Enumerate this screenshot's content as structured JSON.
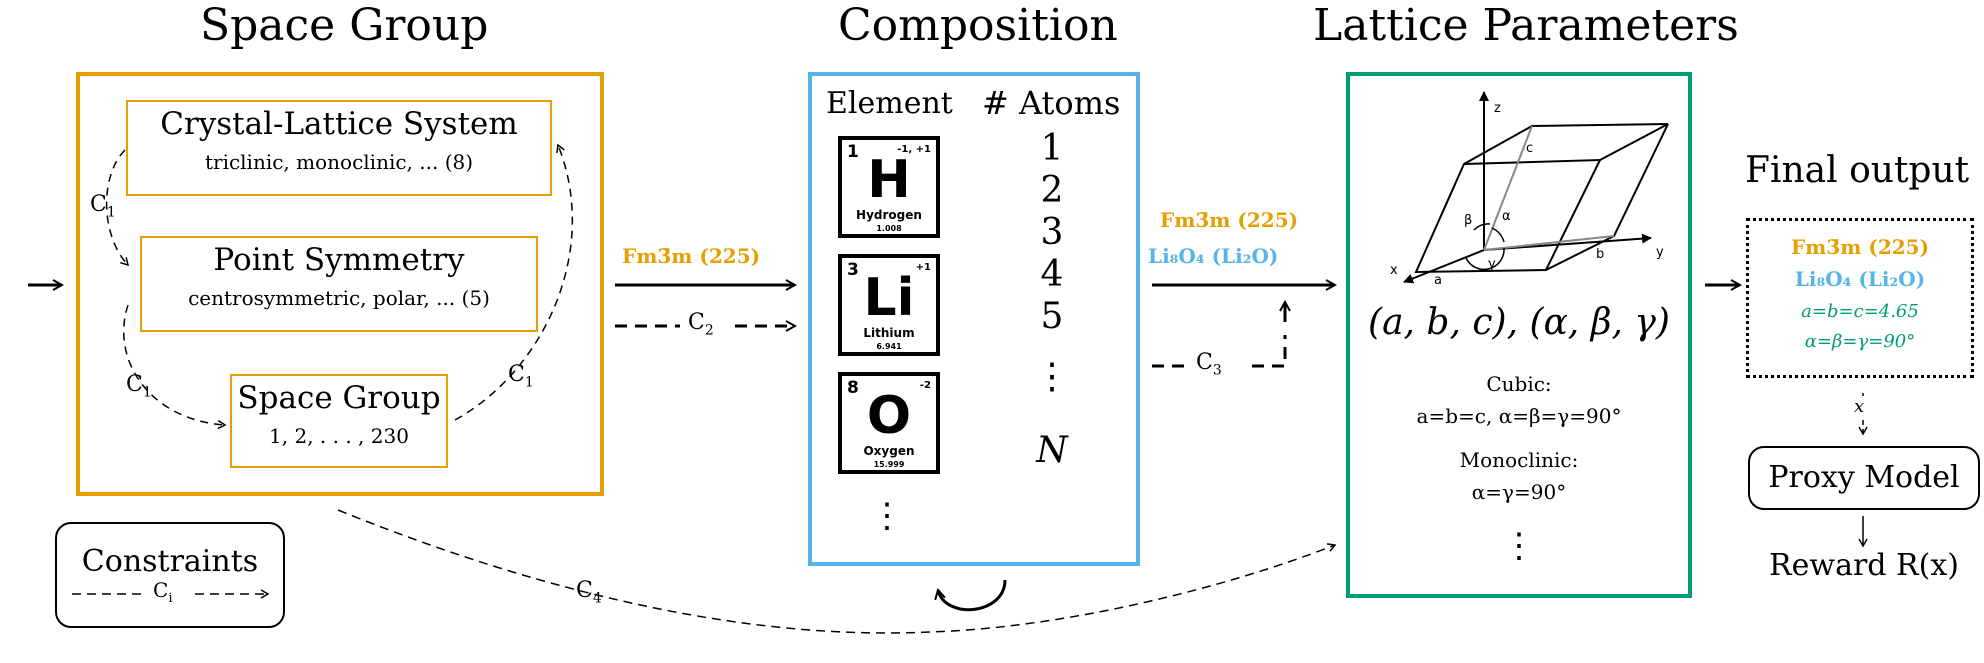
{
  "titles": {
    "space_group": "Space Group",
    "composition": "Composition",
    "lattice": "Lattice Parameters",
    "final": "Final output"
  },
  "space_group_panel": {
    "crystal": {
      "title": "Crystal-Lattice System",
      "detail": "triclinic,  monoclinic,  ...   (8)"
    },
    "point": {
      "title": "Point Symmetry",
      "detail": "centrosymmetric,  polar,  ...  (5)"
    },
    "group": {
      "title": "Space Group",
      "detail": "1, 2, . . . , 230"
    },
    "c1_left_top": "C",
    "c1_left_bottom": "C",
    "c1_right": "C",
    "c1_sub": "1"
  },
  "constraints": {
    "title": "Constraints",
    "label": "C",
    "sub": "i"
  },
  "composition_panel": {
    "header_element": "Element",
    "header_atoms": "# Atoms",
    "elements": [
      {
        "number": "1",
        "oxidation": "-1, +1",
        "symbol": "H",
        "name": "Hydrogen",
        "mass": "1.008"
      },
      {
        "number": "3",
        "oxidation": "+1",
        "symbol": "Li",
        "name": "Lithium",
        "mass": "6.941"
      },
      {
        "number": "8",
        "oxidation": "-2",
        "symbol": "O",
        "name": "Oxygen",
        "mass": "15.999"
      }
    ],
    "counts": [
      "1",
      "2",
      "3",
      "4",
      "5",
      "⋮",
      "N"
    ],
    "more": "⋮"
  },
  "arrows": {
    "sg_label": "Fm3̄m (225)",
    "c2": "C",
    "c2_sub": "2",
    "comp_label_sg": "Fm3̄m (225)",
    "comp_label_formula": "Li₈O₄ (Li₂O)",
    "c3": "C",
    "c3_sub": "3",
    "c4": "C",
    "c4_sub": "4"
  },
  "lattice_panel": {
    "axes": {
      "z": "z",
      "x": "x",
      "y": "y",
      "a": "a",
      "b": "b",
      "c": "c",
      "alpha": "α",
      "beta": "β",
      "gamma": "γ"
    },
    "params": "(a, b, c), (α, β, γ)",
    "cubic_label": "Cubic:",
    "cubic_rule": "a=b=c,  α=β=γ=90°",
    "mono_label": "Monoclinic:",
    "mono_rule": "α=γ=90°",
    "more": "⋮"
  },
  "final_panel": {
    "sg": "Fm3̄m (225)",
    "formula": "Li₈O₄ (Li₂O)",
    "abc": "a=b=c=4.65",
    "angles": "α=β=γ=90°",
    "x_label": "x",
    "proxy": "Proxy Model",
    "reward": "Reward R(x)"
  },
  "colors": {
    "orange": "#e69f00",
    "blue": "#56b4e9",
    "green": "#009e73"
  }
}
